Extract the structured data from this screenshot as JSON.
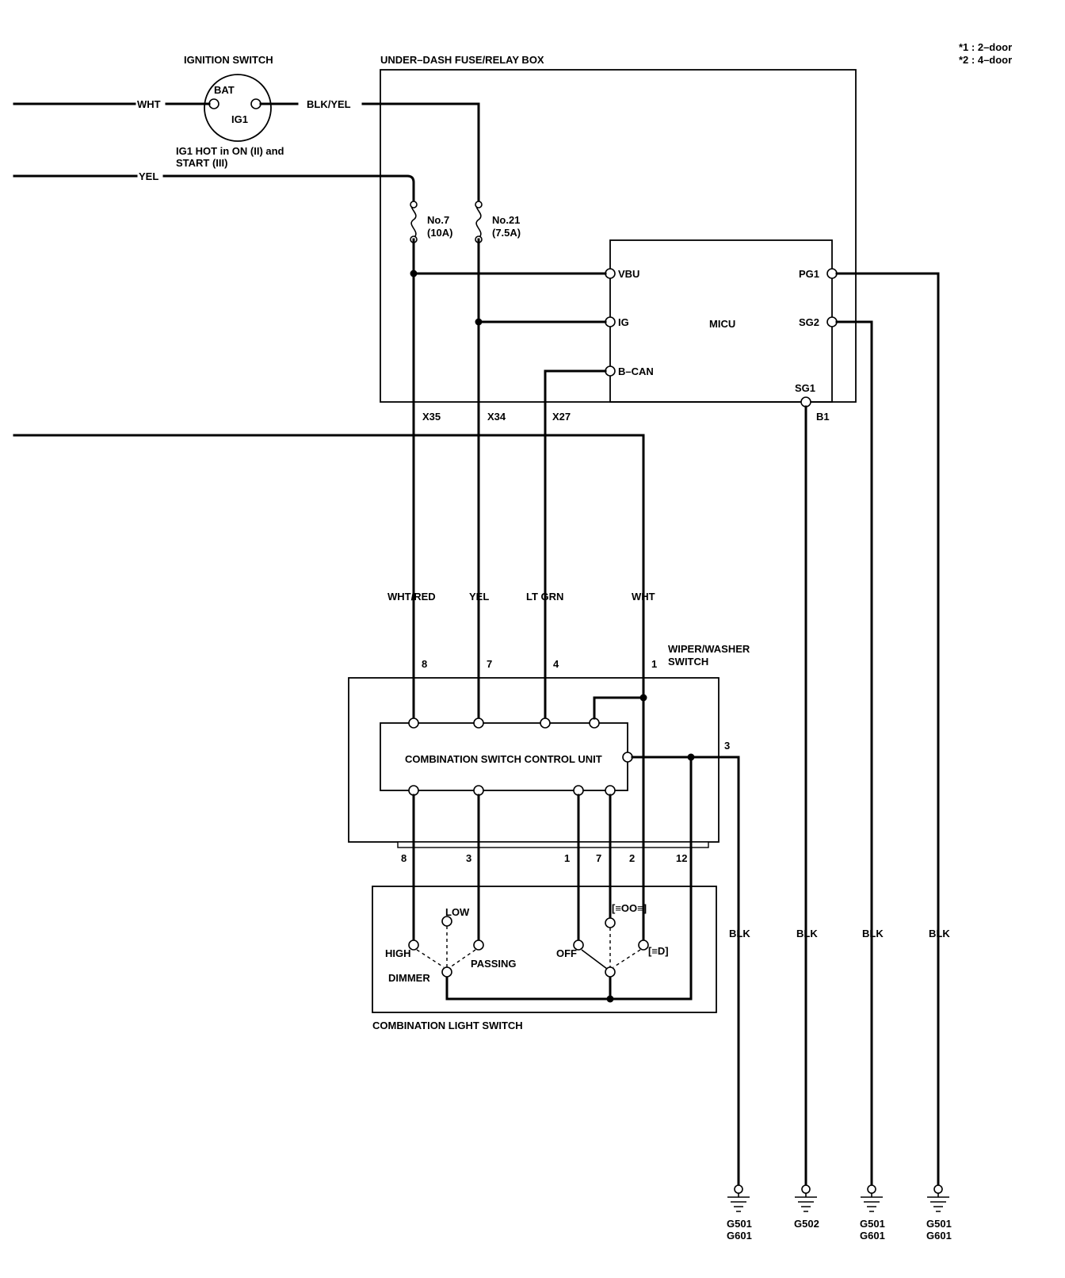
{
  "notes": {
    "n1": "*1  : 2–door",
    "n2": "*2  : 4–door"
  },
  "ignition_switch": {
    "title": "IGNITION SWITCH",
    "bat": "BAT",
    "ig1": "IG1",
    "hot_note_1": "IG1 HOT in ON (II) and",
    "hot_note_2": "START (III)"
  },
  "fuse_box": {
    "title": "UNDER–DASH FUSE/RELAY BOX",
    "fuse7_name": "No.7",
    "fuse7_rating": "(10A)",
    "fuse21_name": "No.21",
    "fuse21_rating": "(7.5A)",
    "micu": "MICU",
    "pins": {
      "vbu": "VBU",
      "ig": "IG",
      "bcan": "B–CAN",
      "pg1": "PG1",
      "sg2": "SG2",
      "sg1": "SG1"
    },
    "connectors": {
      "x35": "X35",
      "x34": "X34",
      "x27": "X27",
      "b1": "B1"
    }
  },
  "wires": {
    "wht": "WHT",
    "blk_yel": "BLK/YEL",
    "yel": "YEL",
    "wht_red": "WHT/RED",
    "yel2": "YEL",
    "lt_grn": "LT GRN",
    "wht2": "WHT",
    "blk": "BLK"
  },
  "wiper_switch": {
    "title_1": "WIPER/WASHER",
    "title_2": "SWITCH",
    "pins_top": [
      "8",
      "7",
      "4",
      "1"
    ],
    "pin_right": "3",
    "control_unit": "COMBINATION SWITCH CONTROL UNIT",
    "pins_bottom": [
      "8",
      "3",
      "1",
      "7",
      "2",
      "12"
    ]
  },
  "light_switch": {
    "title": "COMBINATION LIGHT SWITCH",
    "high": "HIGH",
    "low": "LOW",
    "dimmer": "DIMMER",
    "passing": "PASSING",
    "off": "OFF",
    "parking_symbol": "[≡OO≡]",
    "headlight_symbol": "[≡D]"
  },
  "grounds": [
    {
      "l1": "G501",
      "l2": "G601"
    },
    {
      "l1": "G502",
      "l2": ""
    },
    {
      "l1": "G501",
      "l2": "G601"
    },
    {
      "l1": "G501",
      "l2": "G601"
    }
  ]
}
